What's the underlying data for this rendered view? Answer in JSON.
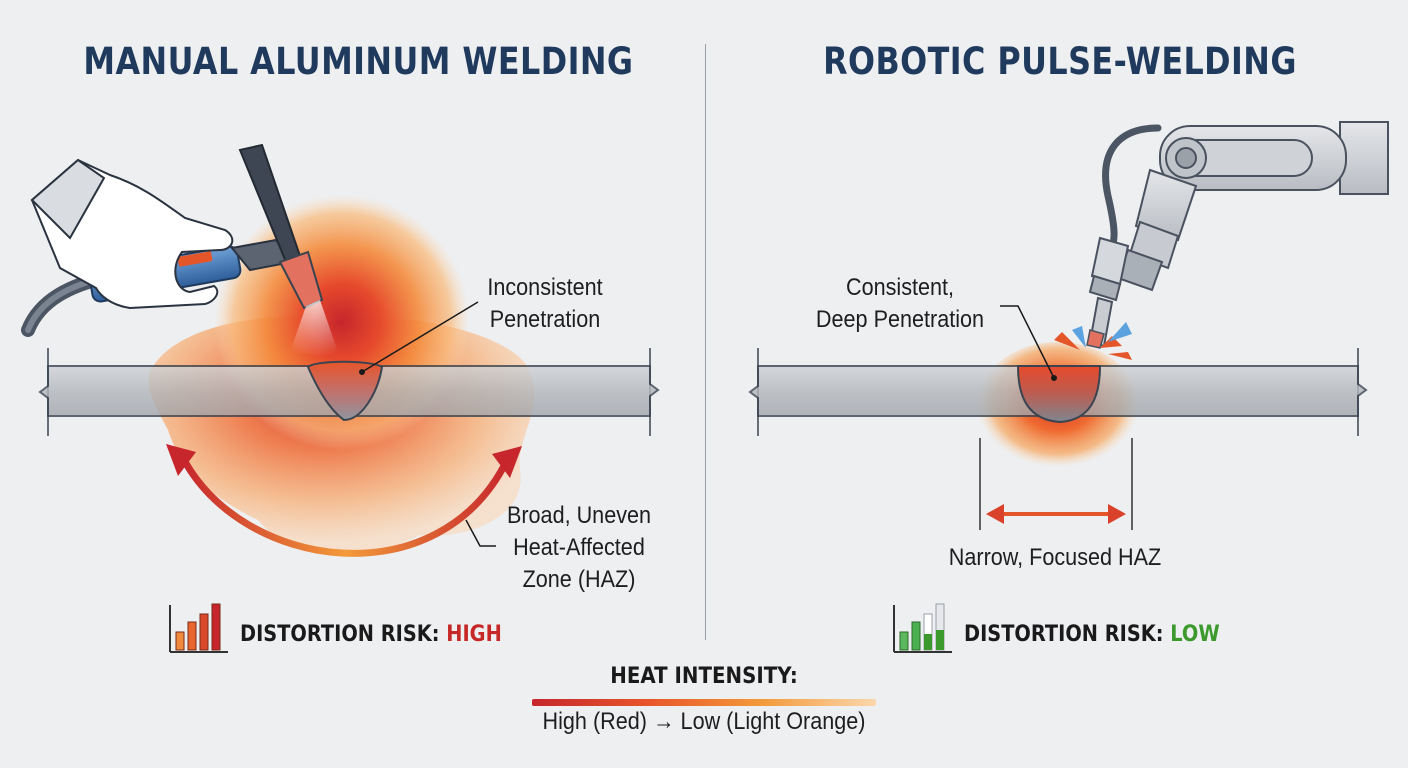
{
  "left_panel": {
    "title": "MANUAL ALUMINUM WELDING",
    "penetration_label": [
      "Inconsistent",
      "Penetration"
    ],
    "haz_label": [
      "Broad, Uneven",
      "Heat-Affected",
      "Zone (HAZ)"
    ],
    "distortion_label": "DISTORTION RISK: ",
    "distortion_level": "HIGH",
    "distortion_color": "#c62828",
    "icon": "bar-chart-rising-red-icon"
  },
  "right_panel": {
    "title": "ROBOTIC PULSE-WELDING",
    "penetration_label": [
      "Consistent,",
      "Deep Penetration"
    ],
    "haz_label": "Narrow, Focused HAZ",
    "distortion_label": "DISTORTION RISK: ",
    "distortion_level": "LOW",
    "distortion_color": "#3c9a2d",
    "icon": "bar-chart-low-green-icon"
  },
  "legend": {
    "title": "HEAT INTENSITY:",
    "caption": "High (Red) → Low (Light Orange)",
    "gradient_colors": [
      "#c6262c",
      "#e8552b",
      "#f39a3a",
      "#fbd7ad"
    ]
  },
  "colors": {
    "title": "#1f3a5c",
    "heat_high": "#c6262c",
    "heat_low": "#fbd7ad",
    "metal": "#b8bcc1"
  }
}
